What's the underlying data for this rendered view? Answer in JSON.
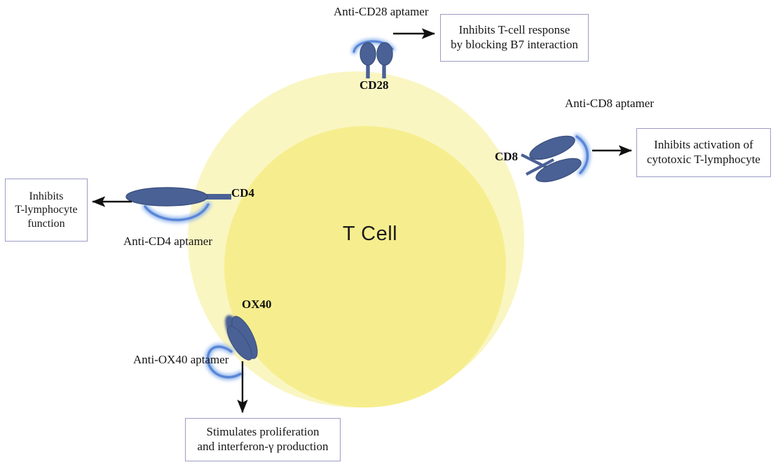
{
  "cell": {
    "label": "T Cell",
    "membrane_color": "#faf6c2",
    "nucleus_color": "#f6ee8e"
  },
  "palette": {
    "receptor_fill": "#4a6196",
    "receptor_stroke": "#3d5280",
    "aptamer_stroke": "#5b86d6",
    "box_border": "#9c9cc6",
    "arrow_color": "#111111",
    "text_color": "#171717"
  },
  "receptors": [
    {
      "id": "cd28",
      "name": "CD28",
      "aptamer_label_line1": "Anti-CD28",
      "aptamer_label_line2": "aptamer",
      "effect_line1": "Inhibits T-cell response",
      "effect_line2": "by blocking B7 interaction",
      "arrow_direction": "right"
    },
    {
      "id": "cd8",
      "name": "CD8",
      "aptamer_label_line1": "Anti-CD8",
      "aptamer_label_line2": "aptamer",
      "effect_line1": "Inhibits activation of",
      "effect_line2": "cytotoxic T-lymphocyte",
      "arrow_direction": "right"
    },
    {
      "id": "cd4",
      "name": "CD4",
      "aptamer_label_line1": "Anti-CD4",
      "aptamer_label_line2": "aptamer",
      "effect_line1": "Inhibits",
      "effect_line2": "T-lymphocyte",
      "effect_line3": "function",
      "arrow_direction": "left"
    },
    {
      "id": "ox40",
      "name": "OX40",
      "aptamer_label_line1": "Anti-OX40",
      "aptamer_label_line2": "aptamer",
      "effect_line1": "Stimulates proliferation",
      "effect_line2": "and interferon-γ production",
      "arrow_direction": "down"
    }
  ]
}
